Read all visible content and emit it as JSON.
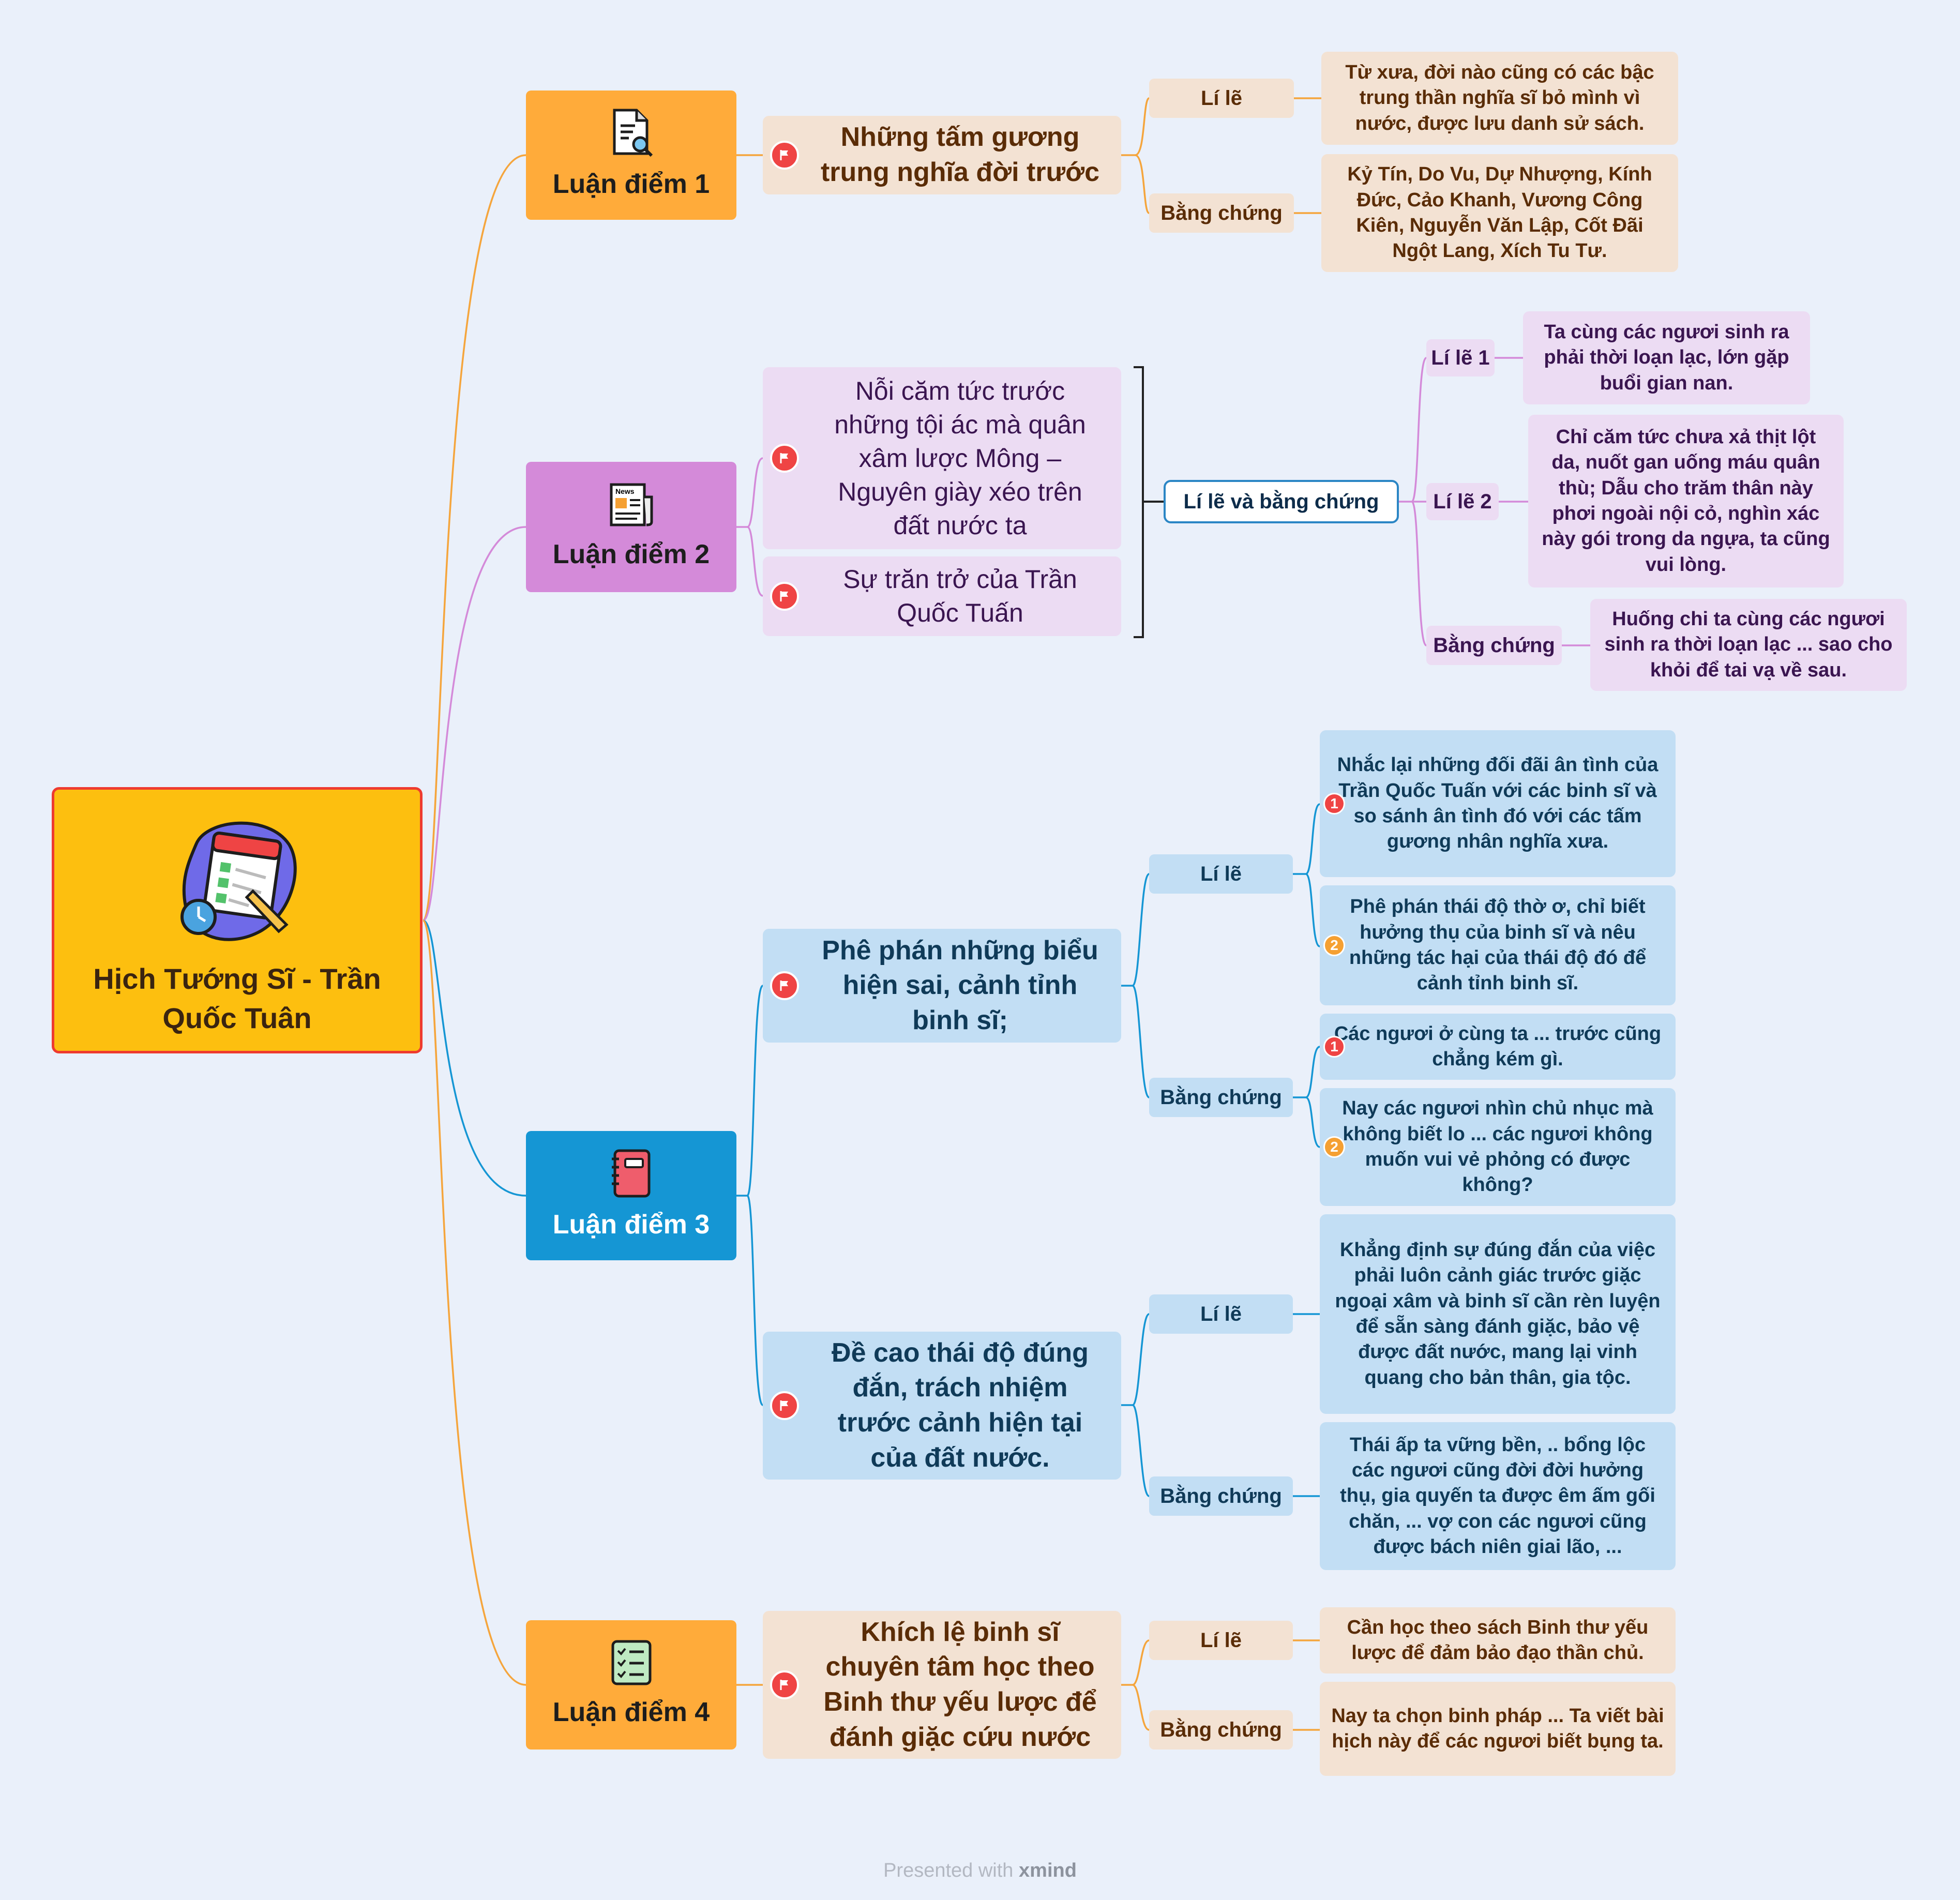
{
  "root": {
    "title": "Hịch Tướng Sĩ - Trần Quốc Tuân",
    "icon": "calendar-checklist-pencil-icon"
  },
  "branches": [
    {
      "label": "Luận điểm 1",
      "icon": "document-search-icon",
      "color": "#ffab3a",
      "topics": [
        {
          "text": "Những tấm gương trung nghĩa đời trước"
        }
      ],
      "details": [
        {
          "label": "Lí lẽ",
          "text": "Từ xưa, đời nào cũng có các bậc trung thần nghĩa sĩ bỏ mình vì nước, được lưu danh sử sách."
        },
        {
          "label": "Bằng chứng",
          "text": "Kỷ Tín, Do Vu, Dự Nhượng, Kính Đức, Cảo Khanh, Vương Công Kiên, Nguyễn Văn Lập, Cốt Đãi Ngột Lang, Xích Tu Tư."
        }
      ]
    },
    {
      "label": "Luận điểm 2",
      "icon": "newspaper-icon",
      "color": "#d48ad9",
      "topics": [
        {
          "text": "Nỗi căm tức trước những tội ác mà quân xâm lược Mông – Nguyên giày xéo trên đất nước ta"
        },
        {
          "text": "Sự trăn trở của Trần Quốc Tuấn"
        }
      ],
      "summary": "Lí lẽ và bằng chứng",
      "details": [
        {
          "label": "Lí lẽ 1",
          "text": "Ta cùng các ngươi sinh ra phải thời loạn lạc, lớn gặp buổi gian nan."
        },
        {
          "label": "Lí lẽ 2",
          "text": "Chỉ căm tức chưa xả thịt lột da, nuốt gan uống máu quân thù; Dẫu cho trăm thân này phơi ngoài nội cỏ, nghìn xác này gói trong da ngựa, ta cũng vui lòng."
        },
        {
          "label": "Bằng chứng",
          "text": "Huống chi ta cùng các ngươi sinh ra thời loạn lạc ... sao cho khỏi để tai vạ về sau."
        }
      ]
    },
    {
      "label": "Luận điểm 3",
      "icon": "notebook-icon",
      "color": "#1596d4",
      "topics": [
        {
          "text": "Phê phán những biểu hiện sai, cảnh tỉnh binh sĩ;",
          "details": [
            {
              "label": "Lí lẽ",
              "items": [
                {
                  "num": "1",
                  "text": "Nhắc lại những đối đãi ân tình của Trần Quốc Tuấn với các binh sĩ và so sánh ân tình đó với các tấm gương nhân nghĩa xưa."
                },
                {
                  "num": "2",
                  "text": "Phê phán thái độ thờ ơ, chỉ biết hưởng thụ của binh sĩ và nêu những tác hại của thái độ đó để cảnh tỉnh binh sĩ."
                }
              ]
            },
            {
              "label": "Bằng chứng",
              "items": [
                {
                  "num": "1",
                  "text": "Các ngươi ở cùng ta ... trước cũng chẳng kém gì."
                },
                {
                  "num": "2",
                  "text": "Nay các ngươi nhìn chủ nhục mà không biết lo ... các ngươi không muốn vui vẻ phỏng có được không?"
                }
              ]
            }
          ]
        },
        {
          "text": "Đề cao thái độ đúng đắn, trách nhiệm trước cảnh hiện tại của đất nước.",
          "details": [
            {
              "label": "Lí lẽ",
              "text": "Khẳng định sự đúng đắn của việc phải luôn cảnh giác trước giặc ngoại xâm và binh sĩ cần rèn luyện để sẵn sàng đánh giặc, bảo vệ được đất nước, mang lại vinh quang cho bản thân, gia tộc."
            },
            {
              "label": "Bằng chứng",
              "text": "Thái ấp ta vững bền, .. bổng lộc các ngươi cũng đời đời hưởng thụ, gia quyến ta được êm ấm gối chăn, ... vợ con các ngươi cũng được bách niên giai lão, ..."
            }
          ]
        }
      ]
    },
    {
      "label": "Luận điểm 4",
      "icon": "checklist-icon",
      "color": "#ffab3a",
      "topics": [
        {
          "text": "Khích lệ binh sĩ chuyên tâm học theo Binh thư yếu lược để đánh giặc cứu nước"
        }
      ],
      "details": [
        {
          "label": "Lí lẽ",
          "text": "Cần học theo sách Binh thư yếu lược để đảm bảo đạo thần chủ."
        },
        {
          "label": "Bằng chứng",
          "text": "Nay ta chọn binh pháp ... Ta viết bài hịch này để các ngươi biết bụng ta."
        }
      ]
    }
  ],
  "footer": {
    "prefix": "Presented with",
    "brand": "xmind"
  },
  "colors": {
    "orange": "#ffab3a",
    "purple": "#d48ad9",
    "blue": "#1596d4",
    "flag": "#ef4444",
    "num1": "#ef4444",
    "num2": "#f5a032"
  }
}
